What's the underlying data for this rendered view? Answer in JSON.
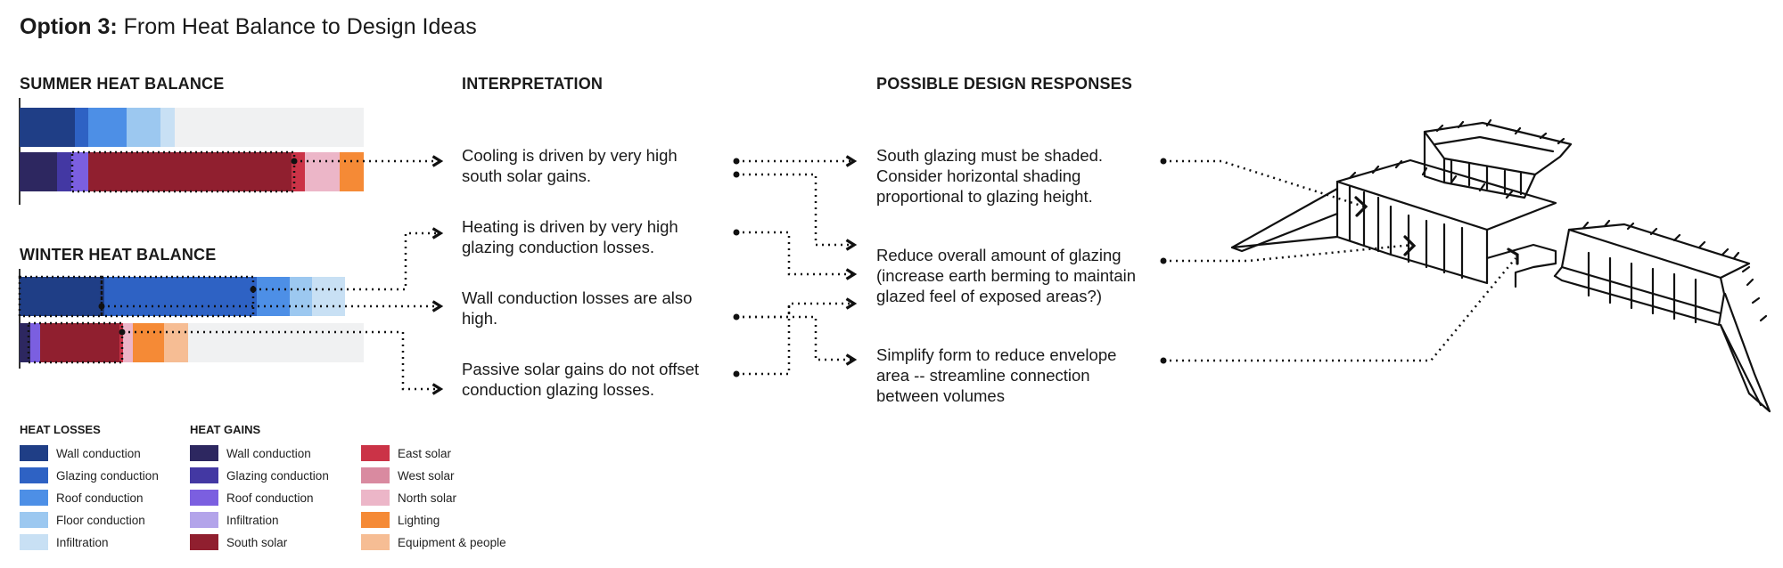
{
  "title": {
    "bold": "Option 3:",
    "rest": " From Heat Balance to Design Ideas"
  },
  "headings": {
    "summer": "SUMMER HEAT BALANCE",
    "winter": "WINTER HEAT BALANCE",
    "interpretation": "INTERPRETATION",
    "responses": "POSSIBLE DESIGN RESPONSES"
  },
  "interpretations": [
    {
      "line1": "Cooling is driven by very high",
      "line2": "south solar gains."
    },
    {
      "line1": "Heating is driven by very high",
      "line2": "glazing conduction losses."
    },
    {
      "line1": "Wall conduction losses are also",
      "line2": "high."
    },
    {
      "line1": "Passive solar gains do not offset",
      "line2": "conduction glazing losses."
    }
  ],
  "responses": [
    {
      "lines": [
        "South glazing must be shaded.",
        "Consider horizontal shading",
        "proportional to glazing height."
      ]
    },
    {
      "lines": [
        "Reduce overall amount of glazing",
        "(increase earth berming to maintain",
        "glazed feel of exposed areas?)"
      ]
    },
    {
      "lines": [
        "Simplify form to reduce envelope",
        "area -- streamline connection",
        "between volumes"
      ]
    }
  ],
  "colors": {
    "loss_wall": "#1f3e86",
    "loss_glazing": "#2e62c4",
    "loss_roof": "#4d8fe6",
    "loss_floor": "#9cc8f0",
    "loss_infiltration": "#c8e0f4",
    "gain_wall": "#2d2760",
    "gain_glazing": "#4338a3",
    "gain_roof": "#7b5fe0",
    "gain_infiltration": "#b3a4ea",
    "gain_south": "#901f2f",
    "gain_east": "#cb3347",
    "gain_west": "#d98aa0",
    "gain_north": "#ecb6c8",
    "gain_lighting": "#f58a36",
    "gain_equipment": "#f6bd94",
    "remainder": "#f0f1f2"
  },
  "legend": {
    "losses_title": "HEAT LOSSES",
    "gains_title": "HEAT GAINS",
    "losses": [
      {
        "label": "Wall conduction",
        "color": "#1f3e86"
      },
      {
        "label": "Glazing conduction",
        "color": "#2e62c4"
      },
      {
        "label": "Roof conduction",
        "color": "#4d8fe6"
      },
      {
        "label": "Floor conduction",
        "color": "#9cc8f0"
      },
      {
        "label": "Infiltration",
        "color": "#c8e0f4"
      }
    ],
    "gains_col1": [
      {
        "label": "Wall conduction",
        "color": "#2d2760"
      },
      {
        "label": "Glazing conduction",
        "color": "#4338a3"
      },
      {
        "label": "Roof conduction",
        "color": "#7b5fe0"
      },
      {
        "label": "Infiltration",
        "color": "#b3a4ea"
      },
      {
        "label": "South solar",
        "color": "#901f2f"
      }
    ],
    "gains_col2": [
      {
        "label": "East solar",
        "color": "#cb3347"
      },
      {
        "label": "West solar",
        "color": "#d98aa0"
      },
      {
        "label": "North solar",
        "color": "#ecb6c8"
      },
      {
        "label": "Lighting",
        "color": "#f58a36"
      },
      {
        "label": "Equipment & people",
        "color": "#f6bd94"
      }
    ]
  },
  "heat_balance": {
    "summer": {
      "losses": [
        {
          "component": "Wall conduction",
          "share": 0.16
        },
        {
          "component": "Glazing conduction",
          "share": 0.04
        },
        {
          "component": "Roof conduction",
          "share": 0.11
        },
        {
          "component": "Floor conduction",
          "share": 0.1
        },
        {
          "component": "Infiltration",
          "share": 0.04
        },
        {
          "component": "remainder",
          "share": 0.55
        }
      ],
      "gains": [
        {
          "component": "Wall conduction",
          "share": 0.11
        },
        {
          "component": "Glazing conduction",
          "share": 0.04
        },
        {
          "component": "Roof conduction",
          "share": 0.05
        },
        {
          "component": "South solar",
          "share": 0.59
        },
        {
          "component": "East solar",
          "share": 0.04
        },
        {
          "component": "North solar",
          "share": 0.1
        },
        {
          "component": "Lighting",
          "share": 0.07
        },
        {
          "component": "Equipment & people",
          "share": 0.0
        }
      ]
    },
    "winter": {
      "losses": [
        {
          "component": "Wall conduction",
          "share": 0.26
        },
        {
          "component": "Glazing conduction",
          "share": 0.47
        },
        {
          "component": "Roof conduction",
          "share": 0.1
        },
        {
          "component": "Floor conduction",
          "share": 0.07
        },
        {
          "component": "Infiltration",
          "share": 0.1
        }
      ],
      "gains": [
        {
          "component": "Wall conduction",
          "share": 0.03
        },
        {
          "component": "Roof conduction",
          "share": 0.03
        },
        {
          "component": "South solar",
          "share": 0.23
        },
        {
          "component": "East solar",
          "share": 0.01
        },
        {
          "component": "North solar",
          "share": 0.03
        },
        {
          "component": "Lighting",
          "share": 0.09
        },
        {
          "component": "Equipment & people",
          "share": 0.07
        },
        {
          "component": "remainder",
          "share": 0.51
        }
      ]
    }
  }
}
